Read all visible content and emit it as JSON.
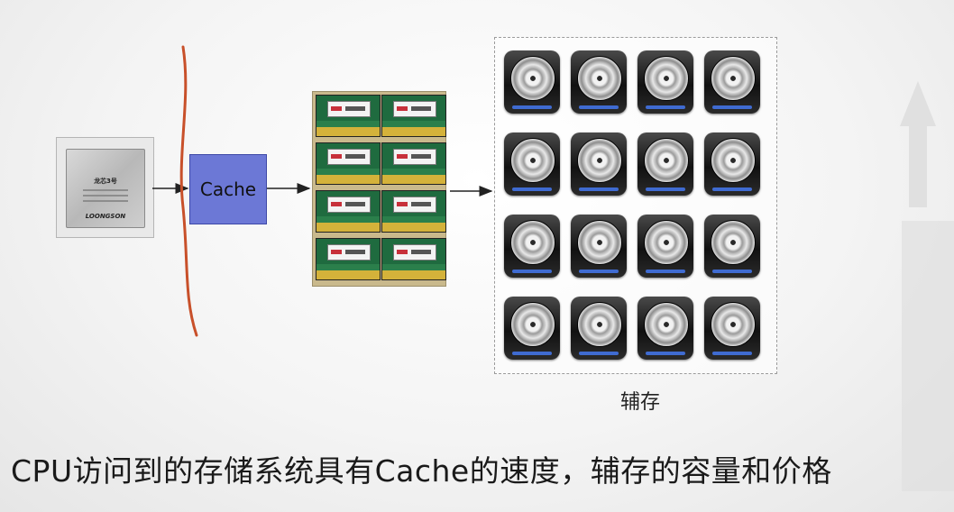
{
  "cpu": {
    "brand_text": "龙芯3号",
    "maker_text": "LOONGSON",
    "icon": "cpu-chip-icon"
  },
  "cache": {
    "label": "Cache"
  },
  "memory": {
    "icon": "memory-module-icon",
    "module_count": 8
  },
  "secondary_storage": {
    "label": "辅存",
    "icon": "hard-disk-icon",
    "rows": 4,
    "cols": 4
  },
  "caption": "CPU访问到的存储系统具有Cache的速度，辅存的容量和价格",
  "colors": {
    "cache_fill": "#6c78d6",
    "cache_border": "#3d48a6",
    "curve": "#c8502a",
    "arrow": "#222222"
  }
}
